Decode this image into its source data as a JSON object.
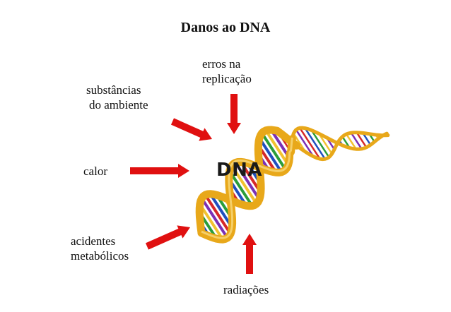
{
  "title": "Danos ao DNA",
  "center_label": "DNA",
  "causes": [
    {
      "id": "errors",
      "lines": [
        "erros na",
        "replicação"
      ]
    },
    {
      "id": "environment",
      "lines": [
        "substâncias",
        "do ambiente"
      ]
    },
    {
      "id": "heat",
      "lines": [
        "calor"
      ]
    },
    {
      "id": "metabolic",
      "lines": [
        "acidentes",
        "metabólicos"
      ]
    },
    {
      "id": "radiation",
      "lines": [
        "radiações"
      ]
    }
  ],
  "colors": {
    "arrow": "#e01010",
    "helix_strand": "#e8a81a",
    "base_pairs": [
      "#d62828",
      "#1f4fbf",
      "#2a9d3a",
      "#f2c230",
      "#7b2fb5"
    ]
  },
  "icons": [
    "arrow-icon",
    "dna-helix-icon"
  ]
}
